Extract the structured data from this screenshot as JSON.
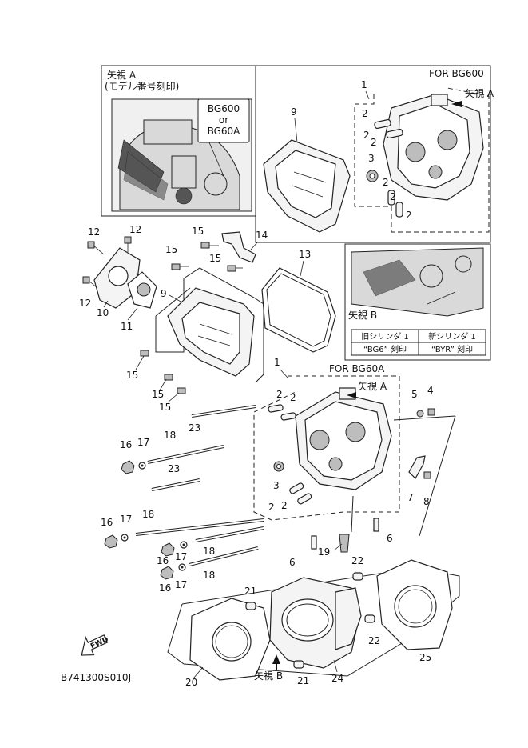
{
  "diagram_code": "B741300S010J",
  "fwd_label": "FWD",
  "view_a_box": {
    "title_line1": "矢視 A",
    "title_line2": "(モデル番号刻印)",
    "model_line1": "BG600",
    "model_line2": "or",
    "model_line3": "BG60A"
  },
  "bg600_box": {
    "title": "FOR BG600",
    "view_arrow": "矢視 A"
  },
  "bg60a_box": {
    "title": "FOR BG60A",
    "view_arrow": "矢視 A"
  },
  "view_b_box": {
    "title": "矢視 B",
    "table_headers": [
      "旧シリンダ 1",
      "新シリンダ 1"
    ],
    "table_values": [
      "“BG6” 刻印",
      "“BYR” 刻印"
    ]
  },
  "view_b_arrow": "矢視 B",
  "callouts": {
    "c1_top": "1",
    "c2_a": "2",
    "c2_b": "2",
    "c3_top": "3",
    "c2_c": "2",
    "c2_d": "2",
    "c9_top": "9",
    "c12_a": "12",
    "c12_b": "12",
    "c12_c": "12",
    "c10": "10",
    "c11": "11",
    "c15_a": "15",
    "c15_b": "15",
    "c15_c": "15",
    "c15_d": "15",
    "c15_e": "15",
    "c15_f": "15",
    "c14": "14",
    "c13": "13",
    "c9_mid": "9",
    "c1_mid": "1",
    "c2_e": "2",
    "c2_f": "2",
    "c3_mid": "3",
    "c2_g": "2",
    "c2_h": "2",
    "c5": "5",
    "c4": "4",
    "c7": "7",
    "c8": "8",
    "c6_a": "6",
    "c6_b": "6",
    "c19": "19",
    "c23_a": "23",
    "c23_b": "23",
    "c18_a": "18",
    "c18_b": "18",
    "c18_c": "18",
    "c18_d": "18",
    "c16_a": "16",
    "c16_b": "16",
    "c16_c": "16",
    "c16_d": "16",
    "c17_a": "17",
    "c17_b": "17",
    "c17_c": "17",
    "c17_d": "17",
    "c21_a": "21",
    "c21_b": "21",
    "c22_a": "22",
    "c22_b": "22",
    "c20": "20",
    "c24": "24",
    "c25": "25"
  }
}
